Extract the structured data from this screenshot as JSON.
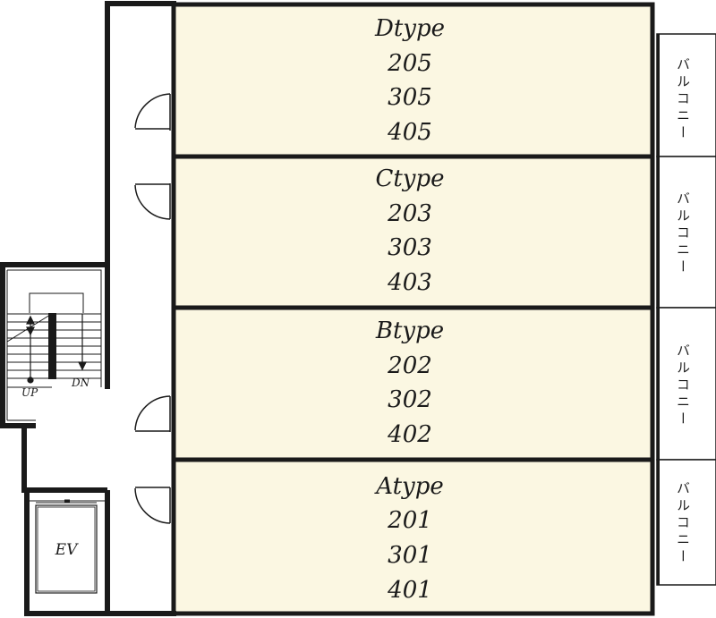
{
  "units": [
    {
      "type": "Dtype",
      "rooms": [
        "205",
        "305",
        "405"
      ]
    },
    {
      "type": "Ctype",
      "rooms": [
        "203",
        "303",
        "403"
      ]
    },
    {
      "type": "Btype",
      "rooms": [
        "202",
        "302",
        "402"
      ]
    },
    {
      "type": "Atype",
      "rooms": [
        "201",
        "301",
        "401"
      ]
    }
  ],
  "balcony_label": "バルコニー",
  "stair": {
    "up": "UP",
    "down": "DN"
  },
  "elevator": "EV",
  "colors": {
    "unit_fill": "#fbf7e2",
    "wall": "#1a1a1a"
  }
}
